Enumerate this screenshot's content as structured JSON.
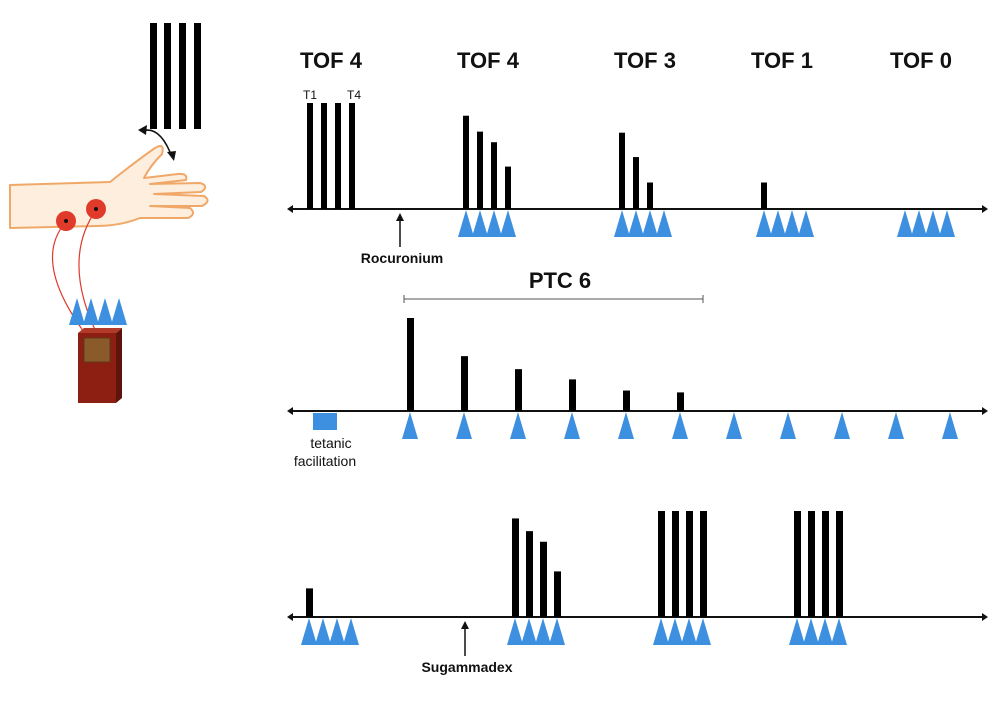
{
  "colors": {
    "stimulus": "#3d8fe0",
    "bar": "#000000",
    "skin_outline": "#f0a868",
    "skin_fill": "#fdeede",
    "electrode": "#e03a2a",
    "device_body": "#8c1f12",
    "device_screen": "#8a5a2a"
  },
  "icons": [
    "hand-icon",
    "electrode-icon",
    "nerve-stimulator-icon",
    "twitch-bars-icon"
  ],
  "row1": {
    "tof_labels": [
      "TOF 4",
      "TOF 4",
      "TOF 3",
      "TOF 1",
      "TOF 0"
    ],
    "twitch_labels": {
      "first": "T1",
      "last": "T4"
    },
    "arrow_label": "Rocuronium",
    "groups_relative_heights": [
      [
        1,
        1,
        1,
        1
      ],
      [
        0.88,
        0.73,
        0.63,
        0.4
      ],
      [
        0.72,
        0.49,
        0.25,
        0
      ],
      [
        0.25,
        0,
        0,
        0
      ],
      [
        0,
        0,
        0,
        0
      ]
    ]
  },
  "row2": {
    "ptc_label": "PTC 6",
    "tetanic_label_line1": "tetanic",
    "tetanic_label_line2": "facilitation",
    "single_twitch_relative_heights": [
      1,
      0.59,
      0.45,
      0.34,
      0.22,
      0.2,
      0,
      0,
      0,
      0,
      0
    ]
  },
  "row3": {
    "arrow_label": "Sugammadex",
    "groups_relative_heights": [
      [
        0.27,
        0,
        0,
        0
      ],
      [
        0.93,
        0.81,
        0.71,
        0.43
      ],
      [
        1,
        1,
        1,
        1
      ],
      [
        1,
        1,
        1,
        1
      ]
    ]
  }
}
